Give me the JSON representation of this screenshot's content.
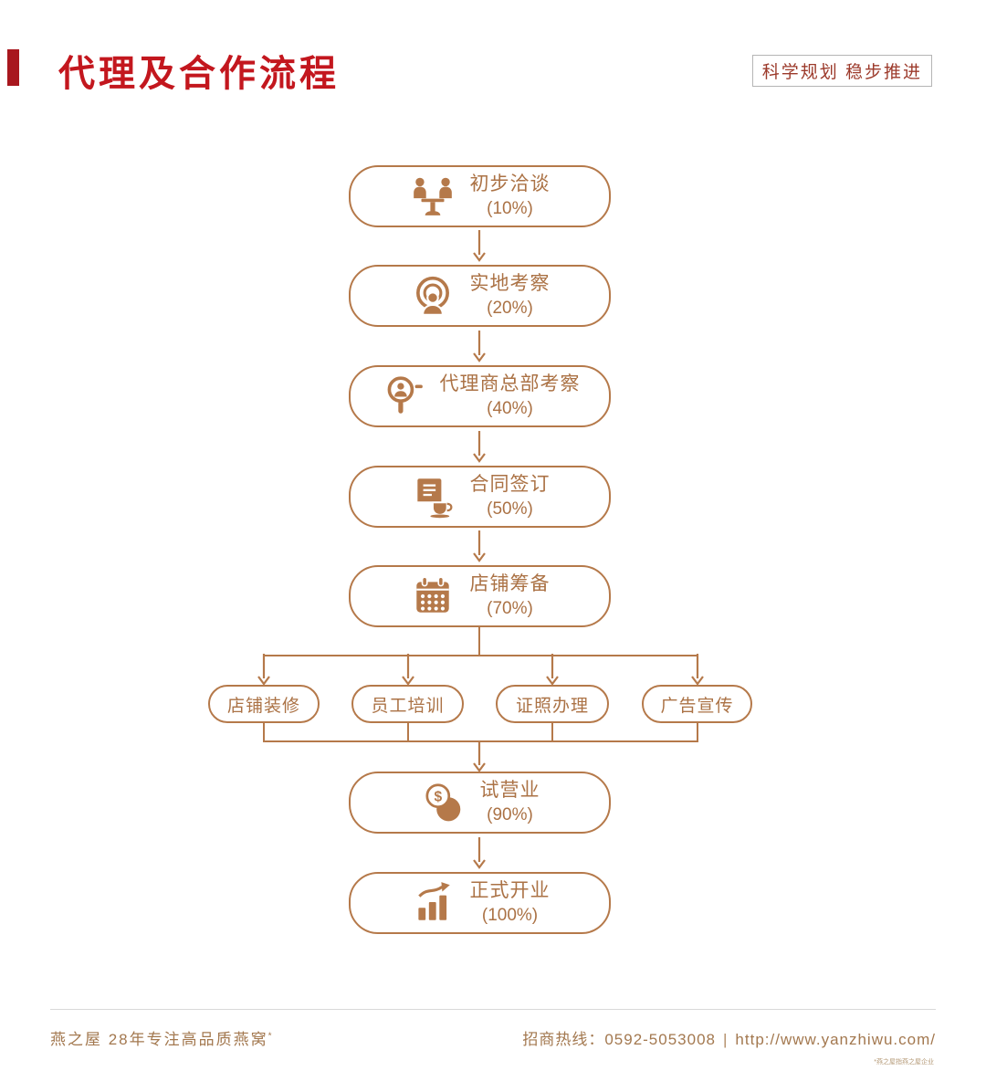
{
  "header": {
    "title": "代理及合作流程",
    "badge": "科学规划 稳步推进"
  },
  "flow": {
    "steps": [
      {
        "label": "初步洽谈",
        "percent": "(10%)",
        "icon": "meeting-icon"
      },
      {
        "label": "实地考察",
        "percent": "(20%)",
        "icon": "site-visit-icon"
      },
      {
        "label": "代理商总部考察",
        "percent": "(40%)",
        "icon": "headquarters-inspection-icon"
      },
      {
        "label": "合同签订",
        "percent": "(50%)",
        "icon": "contract-signing-icon"
      },
      {
        "label": "店铺筹备",
        "percent": "(70%)",
        "icon": "calendar-icon"
      },
      {
        "label": "试营业",
        "percent": "(90%)",
        "icon": "money-icon"
      },
      {
        "label": "正式开业",
        "percent": "(100%)",
        "icon": "growth-chart-icon"
      }
    ],
    "branches": [
      {
        "label": "店铺装修"
      },
      {
        "label": "员工培训"
      },
      {
        "label": "证照办理"
      },
      {
        "label": "广告宣传"
      }
    ]
  },
  "footer": {
    "brand": "燕之屋 28年专注高品质燕窝",
    "brand_mark": "*",
    "hotline": "招商热线：0592-5053008",
    "separator": "|",
    "url": "http://www.yanzhiwu.com/",
    "note": "*燕之屋指燕之屋企业"
  },
  "colors": {
    "accent_red": "#c3171e",
    "brown": "#b5794a"
  }
}
